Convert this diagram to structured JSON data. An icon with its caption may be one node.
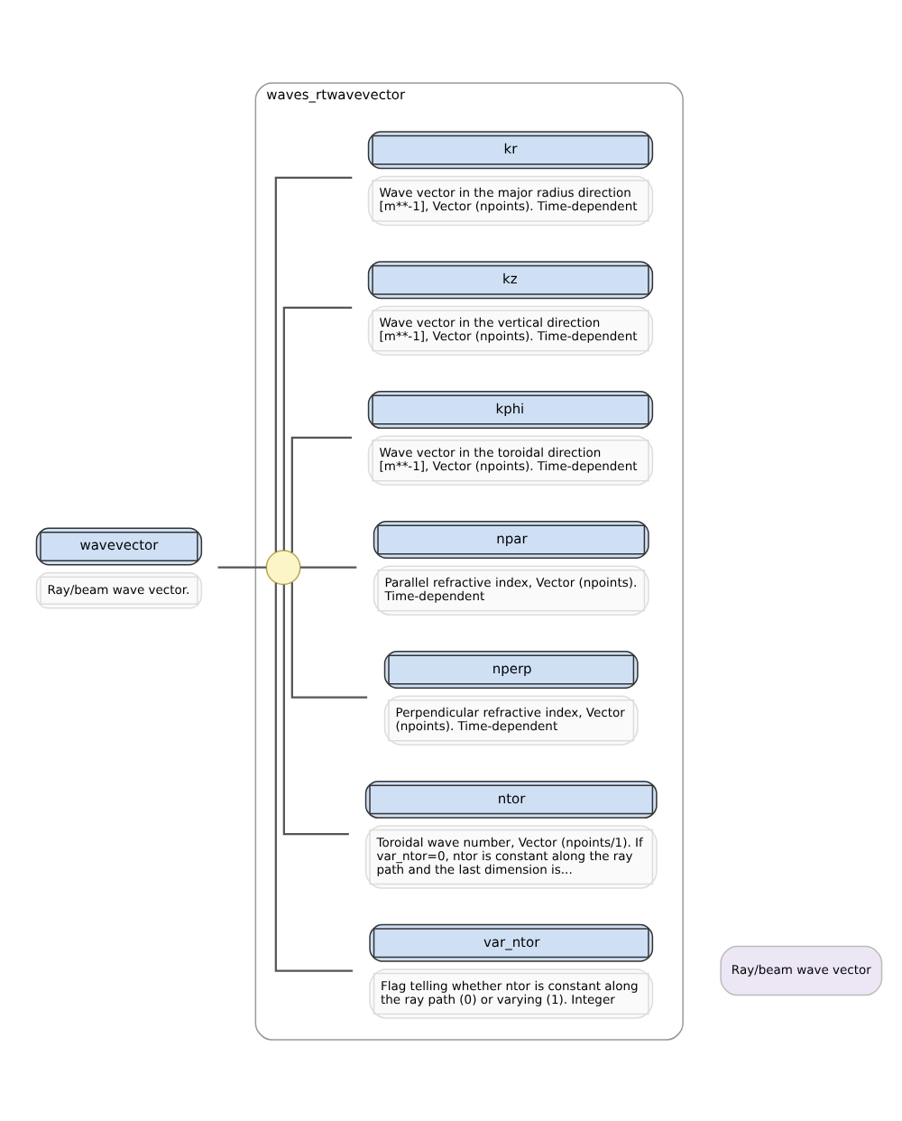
{
  "diagram": {
    "nodes": [
      {
        "text": [
          "wavevector",
          "Ray/beam wave vector."
        ]
      },
      {
        "text": [
          "waves_rtwavevector"
        ],
        "beside": [
          "Ray/beam wave vector"
        ]
      },
      {
        "text": [],
        "shape": "circle",
        "in": 1
      },
      {
        "text": [
          "kr",
          "Wave vector in the major radius direction [m**-1], Vector (npoints). Time-dependent"
        ],
        "in": 1
      },
      {
        "text": [
          "kz",
          "Wave vector in the vertical direction [m**-1], Vector (npoints). Time-dependent"
        ],
        "in": 1
      },
      {
        "text": [
          "kphi",
          "Wave vector in the toroidal direction [m**-1], Vector (npoints). Time-dependent"
        ],
        "in": 1
      },
      {
        "text": [
          "npar",
          "Parallel refractive index, Vector (npoints). Time-dependent"
        ],
        "in": 1
      },
      {
        "text": [
          "nperp",
          "Perpendicular refractive index, Vector (npoints). Time-dependent"
        ],
        "in": 1
      },
      {
        "text": [
          "ntor",
          "Toroidal wave number, Vector (npoints/1). If var_ntor=0, ntor is constant along the ray path and the last dimension is..."
        ],
        "in": 1
      },
      {
        "text": [
          "var_ntor",
          "Flag telling whether ntor is constant along the ray path (0) or varying (1). Integer"
        ],
        "in": 1
      }
    ],
    "edges": [
      {
        "from": 0,
        "to": 2,
        "arrow": "none"
      },
      {
        "from": 2,
        "to": 3,
        "arrow": "none"
      },
      {
        "from": 2,
        "to": 4,
        "arrow": "none"
      },
      {
        "from": 2,
        "to": 5,
        "arrow": "none"
      },
      {
        "from": 2,
        "to": 6,
        "arrow": "none"
      },
      {
        "from": 2,
        "to": 7,
        "arrow": "none"
      },
      {
        "from": 2,
        "to": 8,
        "arrow": "none"
      },
      {
        "from": 2,
        "to": 9,
        "arrow": "none"
      }
    ]
  }
}
